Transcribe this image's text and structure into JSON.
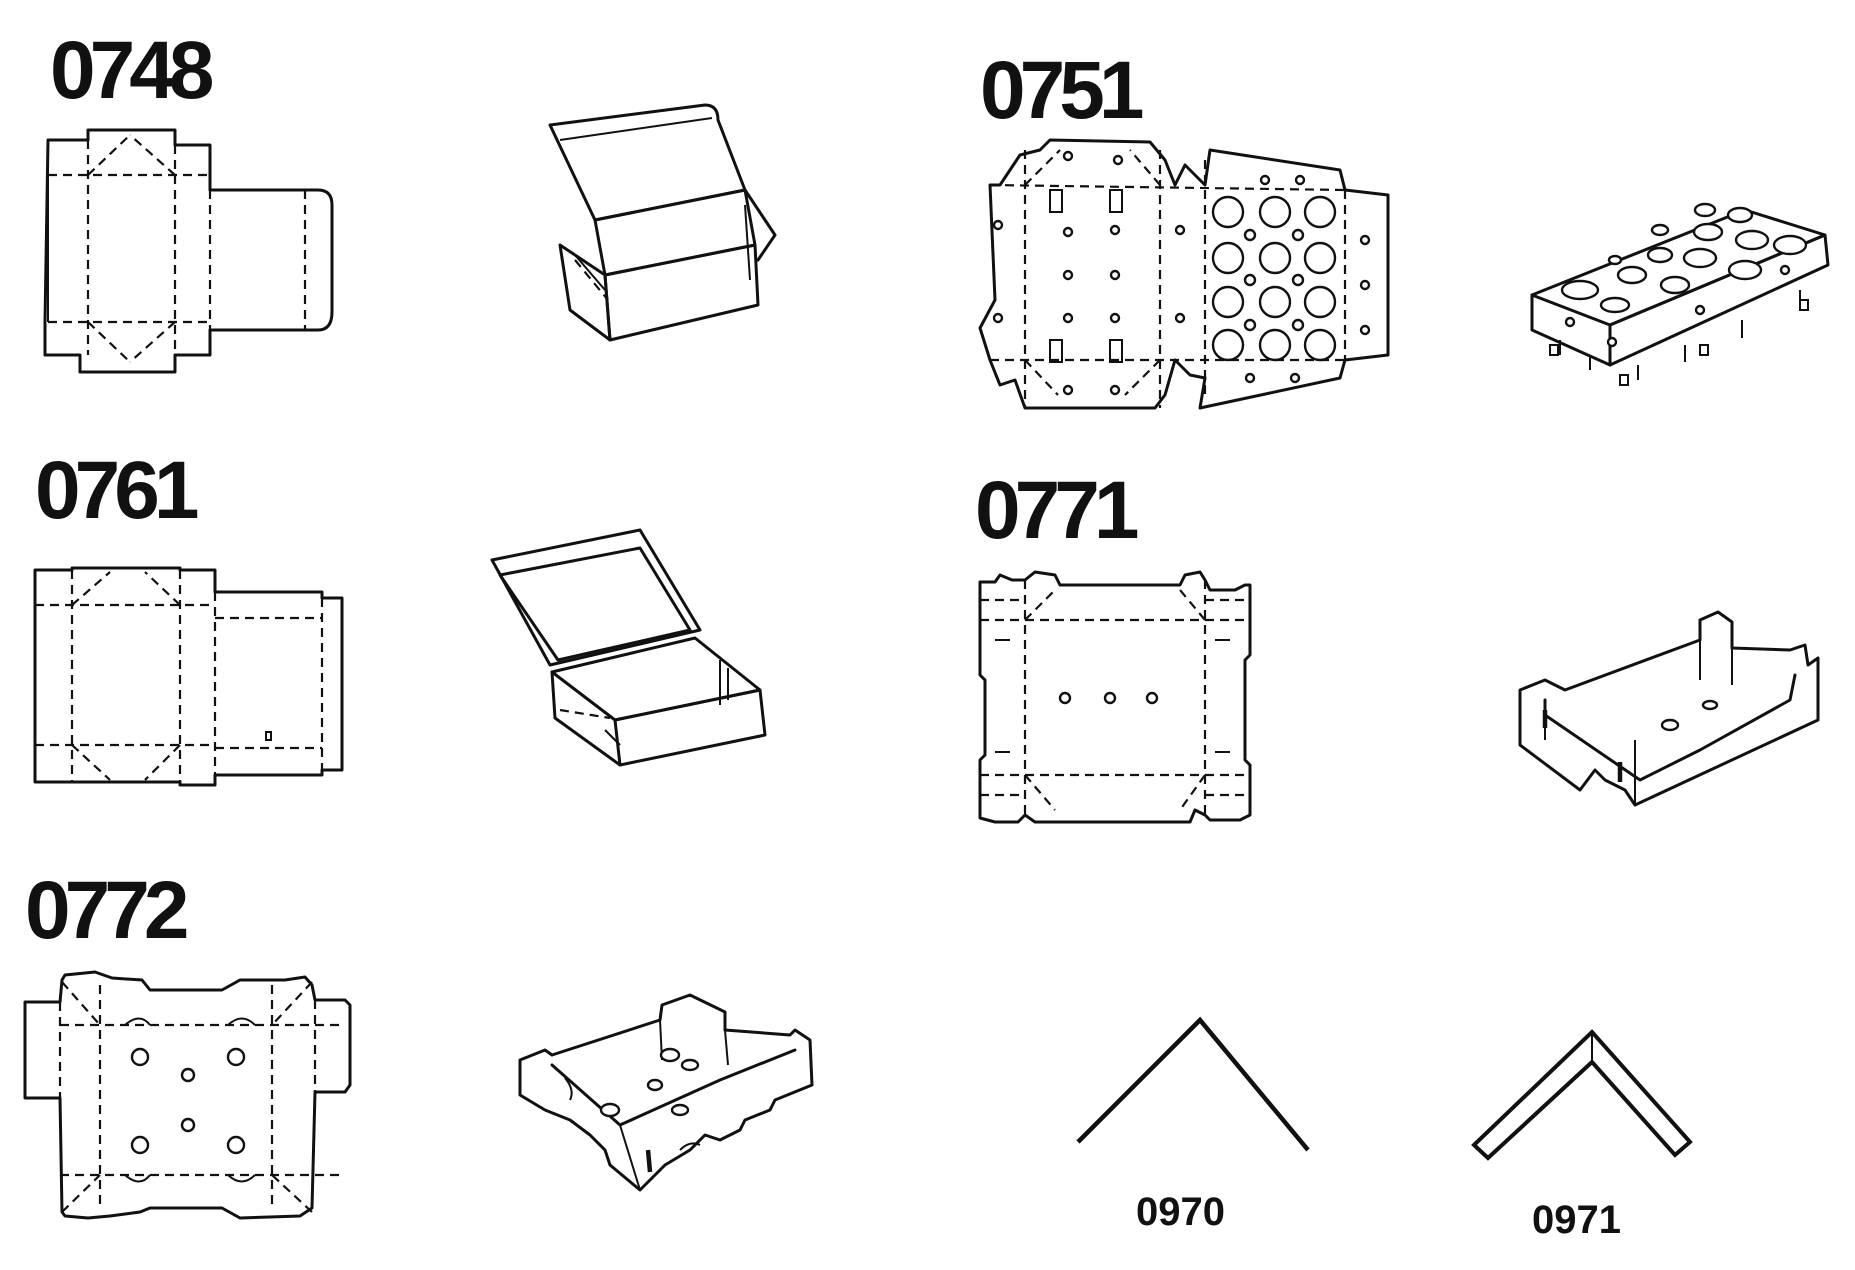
{
  "labels": {
    "box_0748": "0748",
    "box_0751": "0751",
    "box_0761": "0761",
    "box_0771": "0771",
    "box_0772": "0772",
    "corner_0970": "0970",
    "corner_0971": "0971"
  }
}
